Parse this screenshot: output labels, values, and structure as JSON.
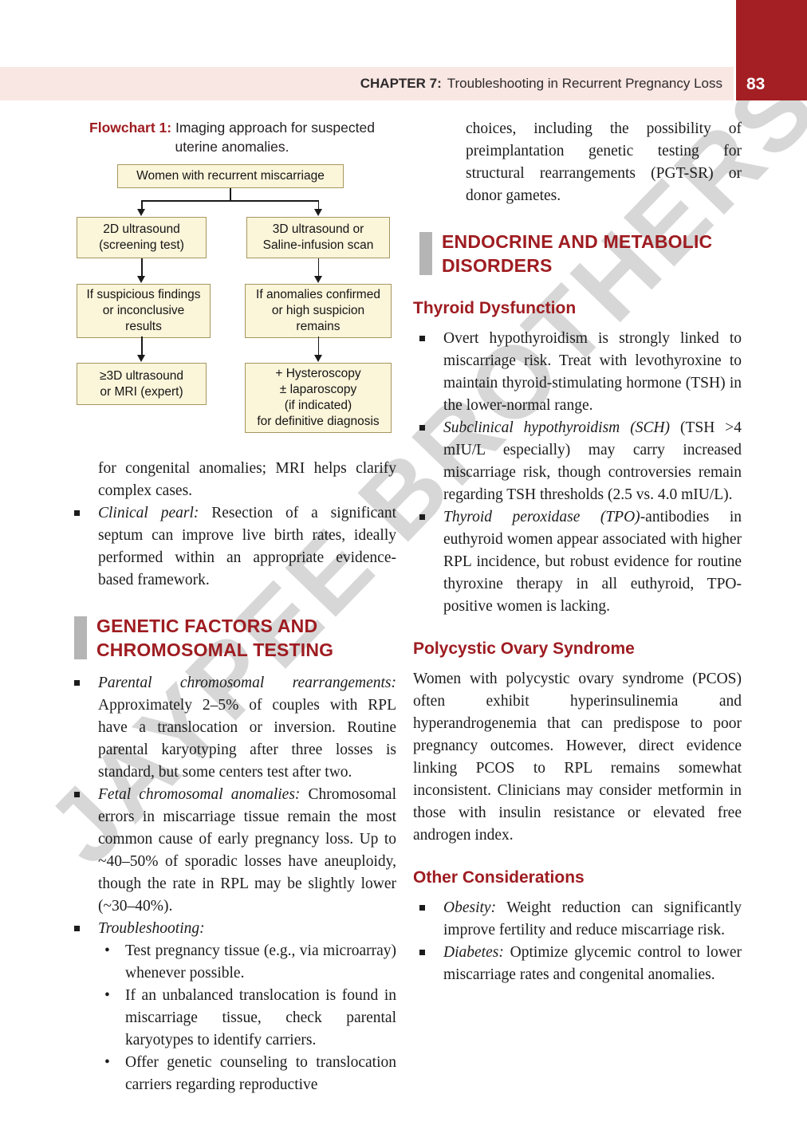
{
  "colors": {
    "accent_red": "#9e1c21",
    "page_number_red": "#a31f24",
    "header_band_pink": "#f8e7e3",
    "flowchart_box_fill": "#fbf5da",
    "flowchart_box_border": "#a6975f",
    "heading_bar_gray": "#b5b5b5",
    "watermark_gray": "#9b9b9b"
  },
  "watermark_text": "JAYPEE BROTHERS",
  "header": {
    "chapter_label": "CHAPTER 7:",
    "chapter_title": "Troubleshooting in Recurrent Pregnancy Loss",
    "page_number": "83"
  },
  "flowchart": {
    "label": "Flowchart 1:",
    "caption": " Imaging approach for suspected uterine anomalies.",
    "top_box": "Women with recurrent miscarriage",
    "left1": [
      "2D ultrasound",
      "(screening test)"
    ],
    "right1": [
      "3D ultrasound or",
      "Saline-infusion scan"
    ],
    "left2": [
      "If suspicious findings",
      "or inconclusive",
      "results"
    ],
    "right2": [
      "If anomalies confirmed",
      "or high suspicion",
      "remains"
    ],
    "left3": [
      "≥3D ultrasound",
      "or MRI (expert)"
    ],
    "right3": [
      "+ Hysteroscopy",
      "± laparoscopy",
      "(if indicated)",
      "for definitive diagnosis"
    ]
  },
  "left_column": {
    "continuation": "for congenital anomalies; MRI helps clarify complex cases.",
    "pearl": {
      "lead": "Clinical pearl:",
      "rest": " Resection of a significant septum can improve live birth rates, ideally performed within an appropriate evidence-based framework."
    },
    "heading": "GENETIC FACTORS AND CHROMOSOMAL TESTING",
    "bullets": [
      {
        "lead": "Parental chromosomal rearrangements:",
        "rest": " Approximately 2–5% of couples with RPL have a translocation or inversion. Routine parental karyotyping after three losses is standard, but some centers test after two."
      },
      {
        "lead": "Fetal chromosomal anomalies:",
        "rest": " Chromosomal errors in miscarriage tissue remain the most common cause of early pregnancy loss. Up to ~40–50% of sporadic losses have aneuploidy, though the rate in RPL may be slightly lower (~30–40%)."
      },
      {
        "lead": "Troubleshooting:",
        "rest": ""
      }
    ],
    "sub_bullets": [
      "Test pregnancy tissue (e.g., via microarray) whenever possible.",
      "If an unbalanced translocation is found in miscarriage tissue, check parental karyotypes to identify carriers.",
      "Offer genetic counseling to translocation carriers regarding reproductive"
    ]
  },
  "right_column": {
    "continuation": "choices, including the possibility of preimplantation genetic testing for structural rearrangements (PGT-SR) or donor gametes.",
    "heading": "ENDOCRINE AND METABOLIC DISORDERS",
    "thyroid": {
      "subheading": "Thyroid Dysfunction",
      "bullets": [
        {
          "lead": "",
          "rest": "Overt hypothyroidism is strongly linked to miscarriage risk. Treat with levothyroxine to maintain thyroid-stimulating hormone (TSH) in the lower-normal range."
        },
        {
          "lead": "Subclinical hypothyroidism (SCH)",
          "rest": " (TSH >4 mIU/L especially) may carry increased miscarriage risk, though controversies remain regarding TSH thresholds (2.5 vs. 4.0 mIU/L)."
        },
        {
          "lead": "Thyroid peroxidase (TPO)",
          "rest": "-antibodies in euthyroid women appear associated with higher RPL incidence, but robust evidence for routine thyroxine therapy in all euthyroid, TPO-positive women is lacking."
        }
      ]
    },
    "pcos": {
      "subheading": "Polycystic Ovary Syndrome",
      "paragraph": "Women with polycystic ovary syndrome (PCOS) often exhibit hyperinsulinemia and hyperandrogenemia that can predispose to poor pregnancy outcomes. However, direct evidence linking PCOS to RPL remains somewhat inconsistent. Clinicians may consider metformin in those with insulin resistance or elevated free androgen index."
    },
    "other": {
      "subheading": "Other Considerations",
      "bullets": [
        {
          "lead": "Obesity:",
          "rest": " Weight reduction can significantly improve fertility and reduce miscarriage risk."
        },
        {
          "lead": "Diabetes:",
          "rest": " Optimize glycemic control to lower miscarriage rates and congenital anomalies."
        }
      ]
    }
  }
}
